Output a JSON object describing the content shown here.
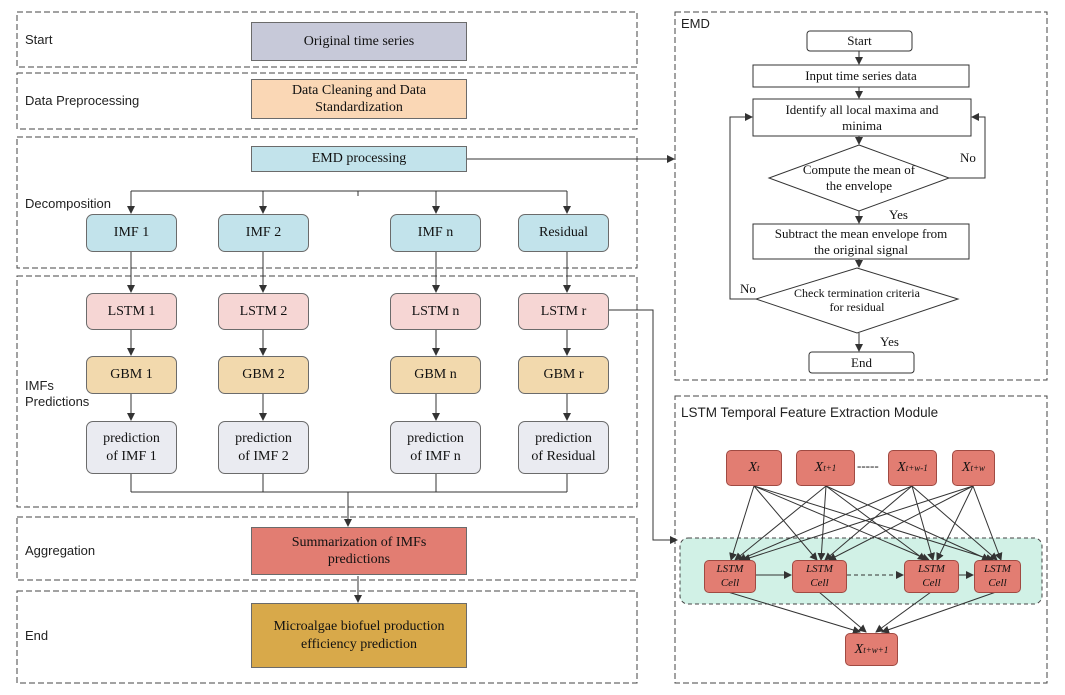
{
  "stages": {
    "start": "Start",
    "preprocessing": "Data Preprocessing",
    "decomposition": "Decomposition",
    "predictions": "IMFs\nPredictions",
    "aggregation": "Aggregation",
    "end": "End"
  },
  "pipeline": {
    "original": "Original  time series",
    "cleaning": "Data Cleaning and Data\nStandardization",
    "emd": "EMD processing",
    "imfs": [
      "IMF 1",
      "IMF 2",
      "IMF n",
      "Residual"
    ],
    "lstms": [
      "LSTM 1",
      "LSTM 2",
      "LSTM  n",
      "LSTM r"
    ],
    "gbms": [
      "GBM 1",
      "GBM 2",
      "GBM  n",
      "GBM r"
    ],
    "preds": [
      "prediction\nof IMF 1",
      "prediction\nof IMF 2",
      "prediction\nof IMF n",
      "prediction\nof Residual"
    ],
    "summary": "Summarization of IMFs\npredictions",
    "final": "Microalgae biofuel production\nefficiency prediction"
  },
  "emd_panel": {
    "title": "EMD",
    "start": "Start",
    "input": "Input time series data",
    "identify": "Identify all local maxima and\nminima",
    "mean": "Compute the mean of\nthe envelope",
    "subtract": "Subtract the mean envelope from\nthe original signal",
    "check": "Check termination criteria\nfor residual",
    "end": "End",
    "no": "No",
    "yes": "Yes"
  },
  "lstm_panel": {
    "title": "LSTM Temporal Feature Extraction Module",
    "cell": "LSTM\nCell",
    "dots": "-----",
    "inputs": [
      {
        "base": "X",
        "sub": "t"
      },
      {
        "base": "X",
        "sub": "t+1"
      },
      {
        "base": "X",
        "sub": "t+w-1"
      },
      {
        "base": "X",
        "sub": "t+w"
      }
    ],
    "output": {
      "base": "X",
      "sub": "t+w+1"
    }
  },
  "colors": {
    "gray_box": "#c7c9d9",
    "orange_box": "#fad7b5",
    "blue_box": "#c2e3eb",
    "pink_box": "#f6d6d4",
    "tan_box": "#f2d9ad",
    "light_box": "#eaebf1",
    "red_box": "#e27d72",
    "gold_box": "#d8a94a",
    "cell_band": "#d1f1e6"
  }
}
